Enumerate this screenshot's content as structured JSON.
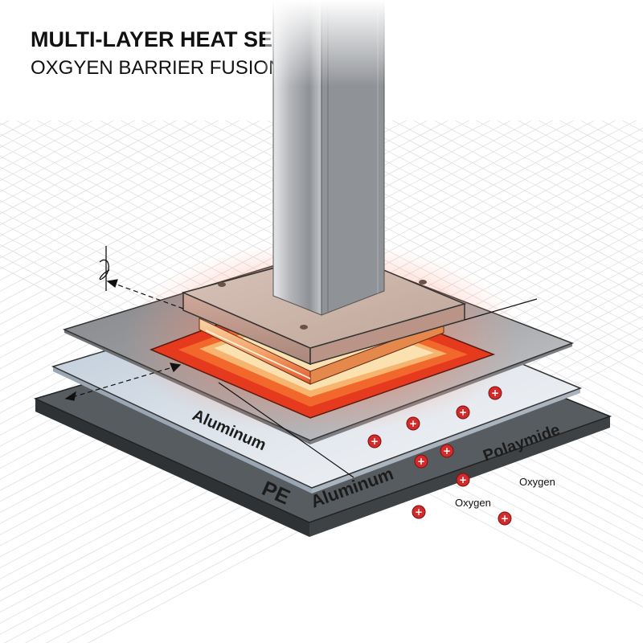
{
  "title": "MULTI-LAYER HEAT SEALING",
  "subtitle": "OXGYEN BARRIER FUSION",
  "layers": {
    "pe_label": "PE",
    "aluminum_bottom_label": "Aluminum",
    "polyamide_label": "Polaymide",
    "aluminum_sheet_label": "Aluminum"
  },
  "oxygen_labels": [
    "Oxygen",
    "Oxygen"
  ],
  "ion_symbol": "+",
  "colors": {
    "heat": "#e8321c",
    "heat_core": "#f7c98f",
    "ion": "#d42a2a",
    "bottom_layer": "#555a5e",
    "middle_layer": "#c9d3df",
    "top_sheet": "#8c8e92",
    "grid": "#dde1e5"
  },
  "icons": [
    "ion-plus-icon",
    "direction-arrow-icon",
    "rotation-symbol-icon"
  ]
}
